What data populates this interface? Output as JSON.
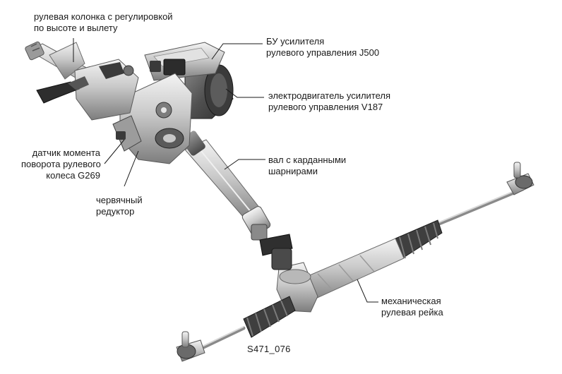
{
  "labels": {
    "column": [
      "рулевая колонка с регулировкой",
      "по высоте и вылету"
    ],
    "ecu": [
      "БУ усилителя",
      "рулевого управления J500"
    ],
    "motor": [
      "электродвигатель усилителя",
      "рулевого управления V187"
    ],
    "sensor": [
      "датчик момента",
      "поворота рулевого",
      "колеса G269"
    ],
    "gear": [
      "червячный",
      "редуктор"
    ],
    "shaft": [
      "вал с карданными",
      "шарнирами"
    ],
    "rack": [
      "механическая",
      "рулевая рейка"
    ]
  },
  "figure_code": "S471_076"
}
